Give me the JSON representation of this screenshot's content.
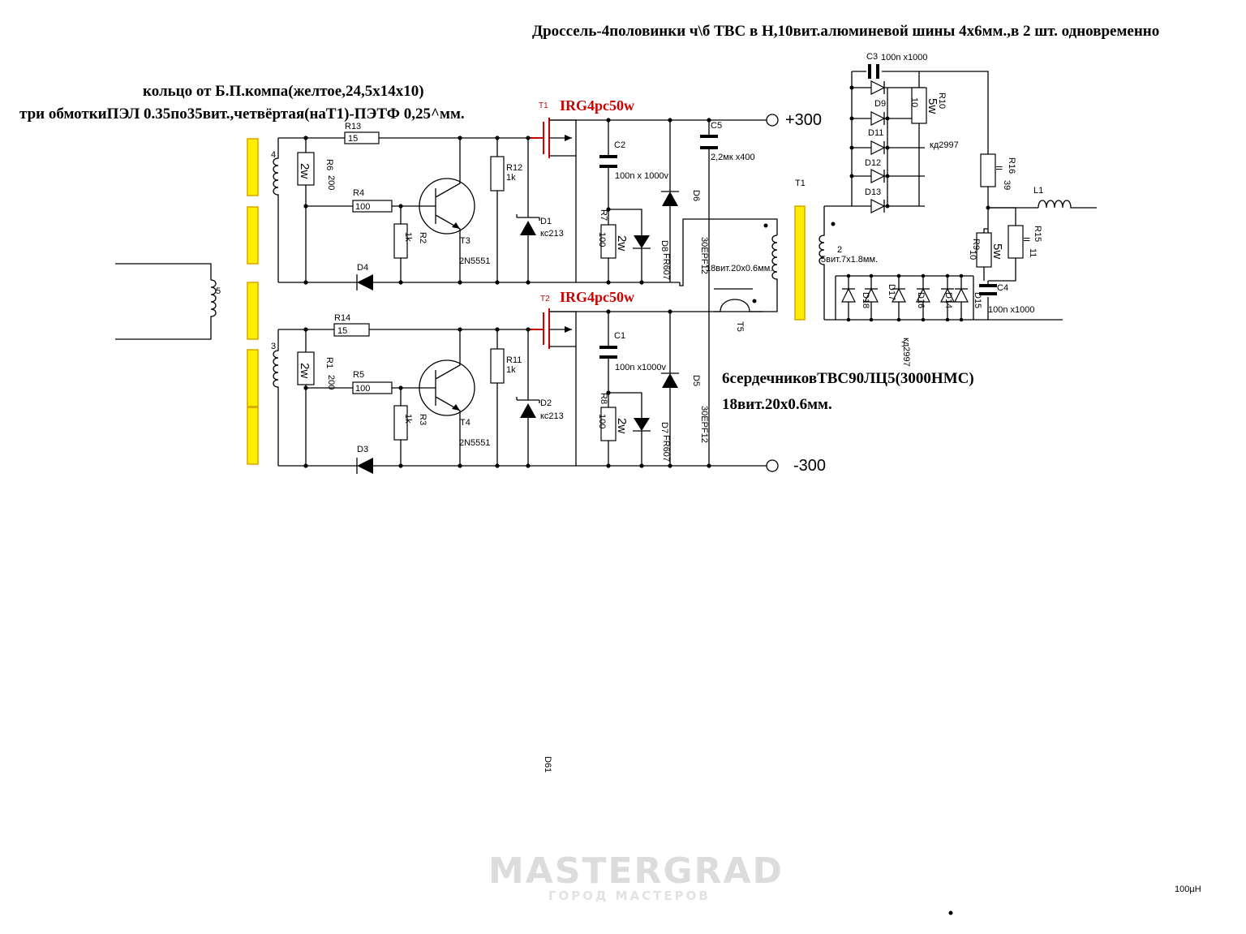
{
  "notes": {
    "top_right": "Дроссель-4половинки ч\\б ТВС в Н,10вит.алюминевой шины 4х6мм.,в 2 шт. одновременно",
    "ring_line1": "кольцо от Б.П.компа(желтое,24,5х14х10)",
    "ring_line2": "три обмоткиПЭЛ 0.35по35вит.,четвёртая(наТ1)-ПЭТФ 0,25^мм.",
    "cores_line1": "6сердечниковТВС90ЛЦ5(3000НМС)",
    "cores_line2": "18вит.20х0.6мм."
  },
  "rails": {
    "plus": "+300",
    "minus": "-300"
  },
  "transistors": {
    "T1": {
      "ref": "T1",
      "part": "IRG4pc50w"
    },
    "T2": {
      "ref": "T2",
      "part": "IRG4pc50w"
    },
    "T3": {
      "ref": "T3",
      "part": "2N5551"
    },
    "T4": {
      "ref": "T4",
      "part": "2N5551"
    }
  },
  "resistors": {
    "R13": {
      "ref": "R13",
      "value": "15"
    },
    "R14": {
      "ref": "R14",
      "value": "15"
    },
    "R6": {
      "ref": "R6",
      "value": "200",
      "power": "2w"
    },
    "R1": {
      "ref": "R1",
      "value": "200",
      "power": "2w"
    },
    "R4": {
      "ref": "R4",
      "value": "100"
    },
    "R5": {
      "ref": "R5",
      "value": "100"
    },
    "R2": {
      "ref": "R2",
      "value": "1k"
    },
    "R3": {
      "ref": "R3",
      "value": "1k"
    },
    "R12": {
      "ref": "R12",
      "value": "1k"
    },
    "R11": {
      "ref": "R11",
      "value": "1k"
    },
    "R7": {
      "ref": "R7",
      "value": "100",
      "power": "2w"
    },
    "R8": {
      "ref": "R8",
      "value": "100",
      "power": "2w"
    },
    "R10": {
      "ref": "R10",
      "value": "10",
      "power": "5w"
    },
    "R16": {
      "ref": "R16",
      "value": "39",
      "power": "II"
    },
    "R9": {
      "ref": "R9",
      "value": "10",
      "power": "5w"
    },
    "R15": {
      "ref": "R15",
      "value": "11",
      "power": "II"
    }
  },
  "capacitors": {
    "C1": {
      "ref": "C1",
      "value": "100n x1000v"
    },
    "C2": {
      "ref": "C2",
      "value": "100n x 1000v"
    },
    "C3": {
      "ref": "C3",
      "value": "100n x1000"
    },
    "C4": {
      "ref": "C4",
      "value": "100n x1000"
    },
    "C5": {
      "ref": "C5",
      "value": "2,2мк x400"
    }
  },
  "diodes": {
    "D1": {
      "ref": "D1",
      "part": "кс213"
    },
    "D2": {
      "ref": "D2",
      "part": "кс213"
    },
    "D3": {
      "ref": "D3"
    },
    "D4": {
      "ref": "D4"
    },
    "D5": {
      "ref": "D5",
      "part": "30EPF12"
    },
    "D6": {
      "ref": "D6",
      "part": "30EPF12"
    },
    "D7": {
      "ref": "D7",
      "part": "FR607"
    },
    "D8": {
      "ref": "D8",
      "part": "FR607"
    },
    "bridge_top": [
      "D9",
      "D11",
      "D12",
      "D13"
    ],
    "bridge_top_part": "кд2997",
    "bridge_bottom": [
      "D18",
      "D17",
      "D16",
      "D14",
      "D15"
    ],
    "bridge_bottom_part": "кд2997",
    "stray": "D61"
  },
  "windings": {
    "w5": "5",
    "w4": "4",
    "w3": "3",
    "w2": "2",
    "w2_spec": "5вит.7х1.8мм.",
    "t1_spec": "18вит.20х0.6мм.",
    "T1_label": "T1",
    "T5_label": "T5",
    "L1_label": "L1",
    "L1_value": "100µH"
  },
  "watermark": {
    "brand": "MASTERGRAD",
    "tagline": "ГОРОД МАСТЕРОВ"
  }
}
